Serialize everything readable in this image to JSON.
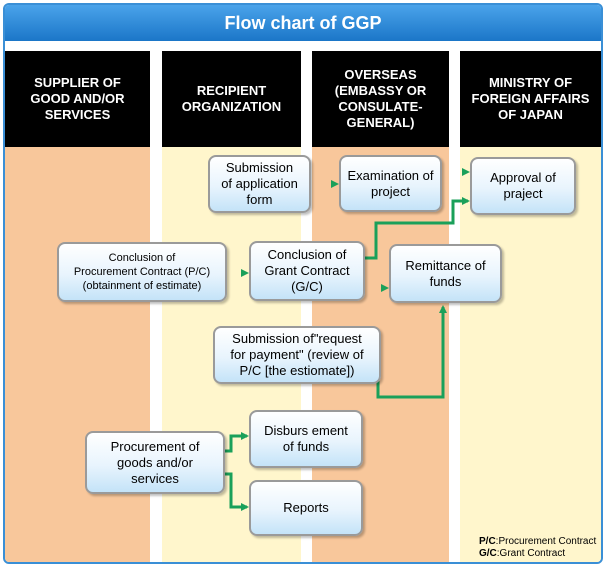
{
  "title": "Flow chart of GGP",
  "lanes": [
    {
      "lines": [
        "SUPPLIER OF",
        "GOOD AND/OR",
        "SERVICES"
      ],
      "color": "#f8c79b"
    },
    {
      "lines": [
        "RECIPIENT",
        "ORGANIZATION"
      ],
      "color": "#fff6cc"
    },
    {
      "lines": [
        "OVERSEAS",
        "(EMBASSY OR",
        "CONSULATE-",
        "GENERAL)"
      ],
      "color": "#f8c79b"
    },
    {
      "lines": [
        "MINISTRY OF",
        "FOREIGN AFFAIRS",
        "OF JAPAN"
      ],
      "color": "#fff6cc"
    }
  ],
  "boxes": {
    "submission_application": [
      "Submission",
      "of application",
      "form"
    ],
    "examination": [
      "Examination of",
      "project"
    ],
    "approval": [
      "Approval of",
      "praject"
    ],
    "conclusion_pc": [
      "Conclusion of",
      "Procurement Contract (P/C)",
      "(obtainment of estimate)"
    ],
    "conclusion_gc": [
      "Conclusion of",
      "Grant Contract",
      "(G/C)"
    ],
    "remittance": [
      "Remittance of",
      "funds"
    ],
    "request_payment": [
      "Submission of\"request",
      "for payment\" (review of",
      "P/C [the estiomate])"
    ],
    "disbursement": [
      "Disburs ement",
      "of funds"
    ],
    "procurement": [
      "Procurement of",
      "goods and/or",
      "services"
    ],
    "reports": [
      "Reports"
    ]
  },
  "legend": [
    {
      "abbr": "P/C",
      "text": ":Procurement Contract"
    },
    {
      "abbr": "G/C",
      "text": ":Grant Contract"
    }
  ],
  "colors": {
    "title_bar": "#1b76c8",
    "arrow": "#1aa05a",
    "box_border": "#9a9a9a"
  }
}
